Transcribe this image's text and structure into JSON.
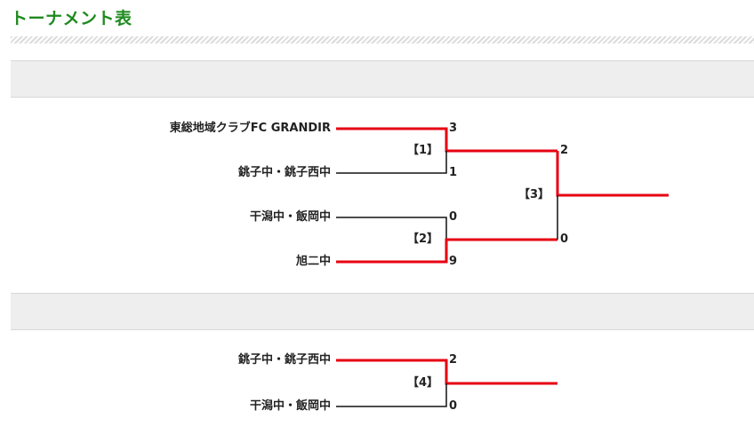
{
  "page": {
    "title": "トーナメント表"
  },
  "brackets": [
    {
      "teams": [
        "東総地域クラブFC GRANDIR",
        "銚子中・銚子西中",
        "干潟中・飯岡中",
        "旭二中"
      ],
      "matches": [
        {
          "label": "【1】",
          "scores": [
            "3",
            "1"
          ]
        },
        {
          "label": "【2】",
          "scores": [
            "0",
            "9"
          ]
        },
        {
          "label": "【3】",
          "scores": [
            "2",
            "0"
          ]
        }
      ]
    },
    {
      "teams": [
        "銚子中・銚子西中",
        "干潟中・飯岡中"
      ],
      "matches": [
        {
          "label": "【4】",
          "scores": [
            "2",
            "0"
          ]
        }
      ]
    }
  ],
  "colors": {
    "winner_line": "#e60012",
    "loser_line": "#111111",
    "title": "#1f8a1f"
  }
}
